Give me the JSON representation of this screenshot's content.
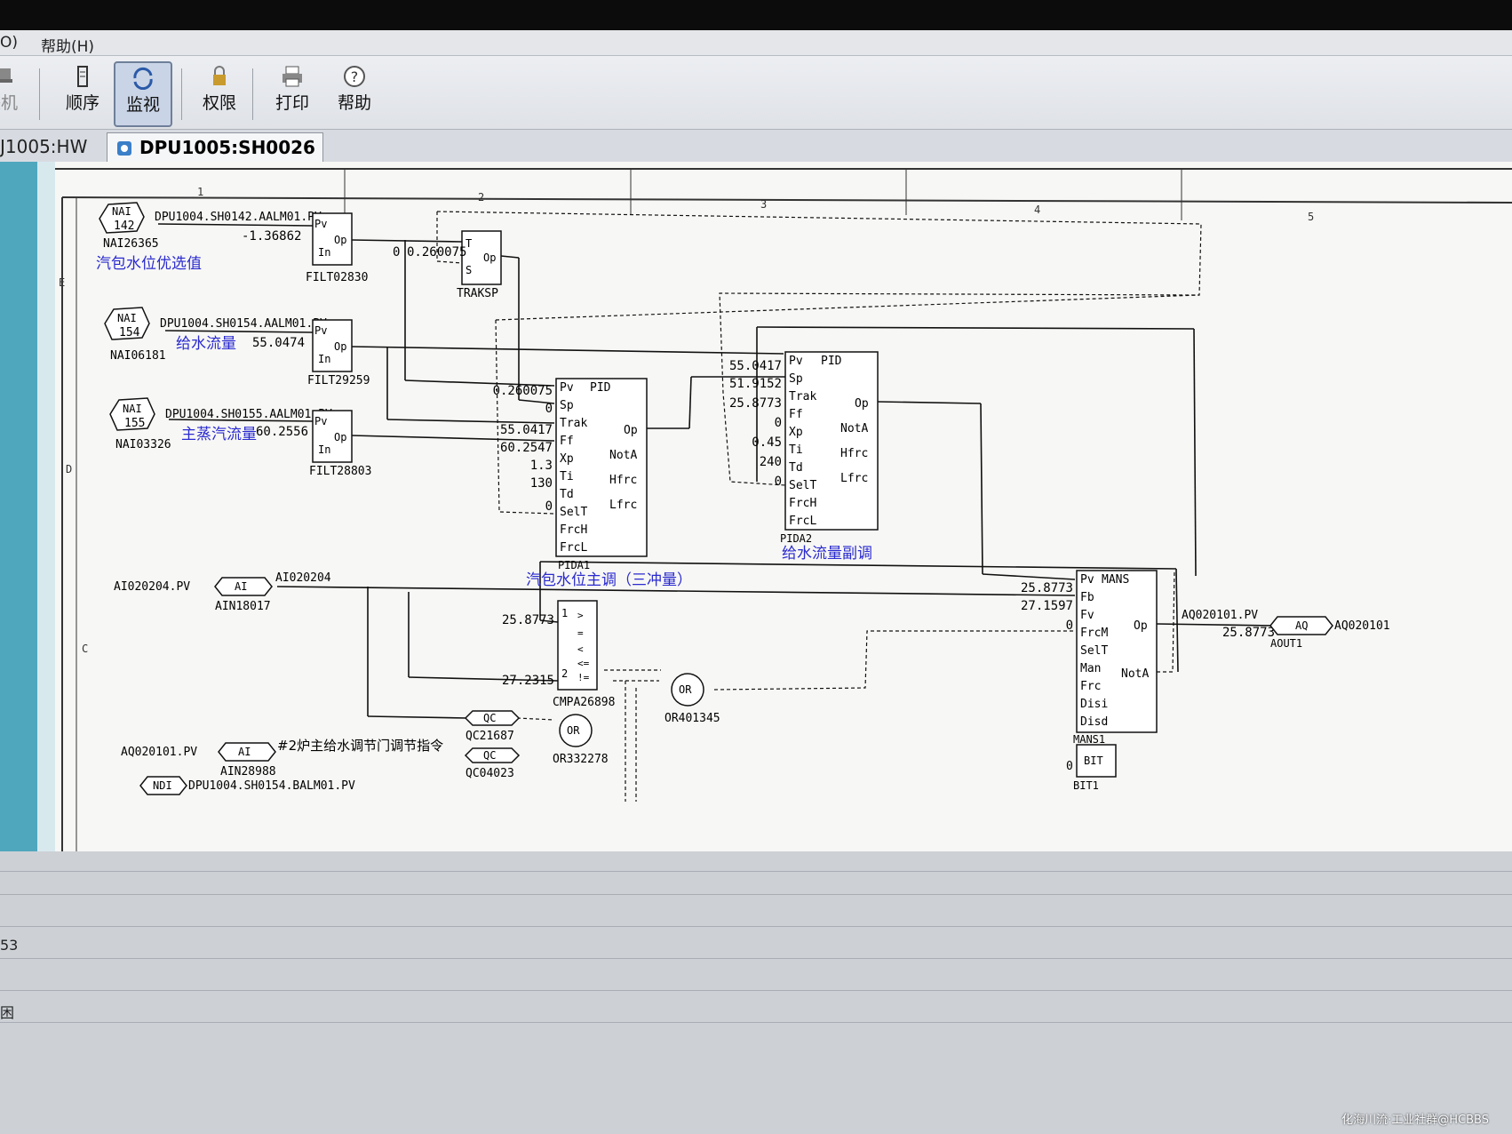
{
  "menu": {
    "item_o": "O)",
    "help": "帮助(H)"
  },
  "toolbar": {
    "partial": "联机",
    "sequence": "顺序",
    "monitor": "监视",
    "permission": "权限",
    "print": "打印",
    "help": "帮助"
  },
  "tabs": [
    {
      "label": "J1005:HW"
    },
    {
      "label": "DPU1005:SH0026"
    }
  ],
  "grid": {
    "columns": [
      "1",
      "2",
      "3",
      "4",
      "5"
    ],
    "rows": [
      "E",
      "D",
      "C"
    ]
  },
  "signals": {
    "nai142": {
      "shape": "NAI",
      "num": "142",
      "tag": "DPU1004.SH0142.AALM01.PV",
      "name": "NAI26365",
      "desc": "汽包水位优选值",
      "value": "-1.36862"
    },
    "nai154": {
      "shape": "NAI",
      "num": "154",
      "tag": "DPU1004.SH0154.AALM01.PV",
      "name": "NAI06181",
      "desc": "给水流量",
      "value": "55.0474"
    },
    "nai155": {
      "shape": "NAI",
      "num": "155",
      "tag": "DPU1004.SH0155.AALM01.PV",
      "name": "NAI03326",
      "desc": "主蒸汽流量",
      "value": "60.2556"
    },
    "ain18017": {
      "shape": "AI",
      "tag": "AI020204.PV",
      "out": "AI020204",
      "name": "AIN18017"
    },
    "ain28988": {
      "shape": "AI",
      "tag": "AQ020101.PV",
      "name": "AIN28988",
      "desc": "#2炉主给水调节门调节指令"
    },
    "ndi": {
      "shape": "NDI",
      "tag": "DPU1004.SH0154.BALM01.PV"
    }
  },
  "filters": {
    "filt02830": {
      "name": "FILT02830",
      "pv": "Pv",
      "in": "In",
      "op": "Op"
    },
    "filt29259": {
      "name": "FILT29259",
      "pv": "Pv",
      "in": "In",
      "op": "Op"
    },
    "filt28803": {
      "name": "FILT28803",
      "pv": "Pv",
      "in": "In",
      "op": "Op"
    }
  },
  "traksp": {
    "name": "TRAKSP",
    "t": "T",
    "s": "S",
    "op": "Op",
    "value": "0.260075",
    "in_value": "0"
  },
  "pida1": {
    "name": "PIDA1",
    "title": "PID",
    "desc": "汽包水位主调（三冲量）",
    "ports": [
      "Pv",
      "Sp",
      "Trak",
      "Ff",
      "Xp",
      "Ti",
      "Td",
      "SelT",
      "FrcH",
      "FrcL"
    ],
    "values": [
      "0.260075",
      "0",
      "",
      "55.0417",
      "60.2547",
      "1.3",
      "130",
      "0"
    ],
    "outputs": [
      "Op",
      "NotA",
      "Hfrc",
      "Lfrc"
    ]
  },
  "pida2": {
    "name": "PIDA2",
    "title": "PID",
    "desc": "给水流量副调",
    "ports": [
      "Pv",
      "Sp",
      "Trak",
      "Ff",
      "Xp",
      "Ti",
      "Td",
      "SelT",
      "FrcH",
      "FrcL"
    ],
    "values": [
      "55.0417",
      "51.9152",
      "25.8773",
      "0",
      "0.45",
      "240",
      "0"
    ],
    "outputs": [
      "Op",
      "NotA",
      "Hfrc",
      "Lfrc"
    ]
  },
  "mans1": {
    "name": "MANS1",
    "title": "MANS",
    "ports": [
      "Pv",
      "Fb",
      "Fv",
      "FrcM",
      "SelT",
      "Man",
      "Frc",
      "Disi",
      "Disd"
    ],
    "values": [
      "25.8773",
      "27.1597",
      "0"
    ],
    "outputs": [
      "Op",
      "NotA"
    ],
    "op_value": "25.8773",
    "op_tag": "AQ020101.PV"
  },
  "aout1": {
    "shape": "AQ",
    "name": "AOUT1",
    "tag": "AQ020101"
  },
  "cmpa": {
    "name": "CMPA26898",
    "in1": "1",
    "in2": "2",
    "v1": "25.8773",
    "v2": "27.2315",
    "ops": [
      ">",
      "=",
      "<",
      "<=",
      "!="
    ]
  },
  "or_blocks": {
    "or401345": "OR401345",
    "or332278": "OR332278",
    "label": "OR"
  },
  "qc": {
    "qc21687": "QC21687",
    "qc04023": "QC04023",
    "label": "QC"
  },
  "bit1": {
    "name": "BIT1",
    "label": "BIT",
    "in_value": "0"
  },
  "bottom": {
    "row1": "53",
    "row2": "困"
  },
  "watermark": "化海川流·工业社群@HCBBS",
  "colors": {
    "annotation": "#2a2ad0",
    "wire": "#111111",
    "block_fill": "#ffffff"
  }
}
